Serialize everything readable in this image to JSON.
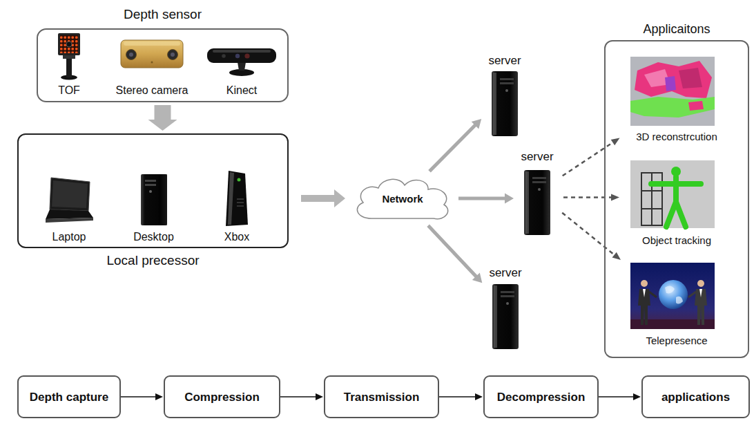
{
  "diagram": {
    "nodes": [
      {
        "text": [
          "Depth sensor"
        ]
      },
      {
        "text": [
          "TOF"
        ],
        "in": 0
      },
      {
        "text": [
          "Stereo camera"
        ],
        "in": 0
      },
      {
        "text": [
          "Kinect"
        ],
        "in": 0
      },
      {
        "text": [
          "Local precessor"
        ]
      },
      {
        "text": [
          "Laptop"
        ],
        "in": 4
      },
      {
        "text": [
          "Desktop"
        ],
        "in": 4
      },
      {
        "text": [
          "Xbox"
        ],
        "in": 4
      },
      {
        "text": [
          "Network"
        ]
      },
      {
        "text": [
          "server"
        ]
      },
      {
        "text": [
          "server"
        ]
      },
      {
        "text": [
          "server"
        ]
      },
      {
        "text": [
          "Applicaitons"
        ]
      },
      {
        "text": [
          "3D reconstrcution"
        ],
        "in": 12
      },
      {
        "text": [
          "Object tracking"
        ],
        "in": 12
      },
      {
        "text": [
          "Telepresence"
        ],
        "in": 12
      },
      {
        "text": [
          "Depth capture"
        ]
      },
      {
        "text": [
          "Compression"
        ]
      },
      {
        "text": [
          "Transmission"
        ]
      },
      {
        "text": [
          "Decompression"
        ]
      },
      {
        "text": [
          "applications"
        ]
      }
    ],
    "edges": [
      {
        "from": 0,
        "to": 4,
        "arrow": "to"
      },
      {
        "from": 4,
        "to": 8,
        "arrow": "to"
      },
      {
        "from": 8,
        "to": 9,
        "arrow": "to"
      },
      {
        "from": 8,
        "to": 10,
        "arrow": "to"
      },
      {
        "from": 8,
        "to": 11,
        "arrow": "to"
      },
      {
        "from": 10,
        "to": 13,
        "arrow": "to"
      },
      {
        "from": 10,
        "to": 14,
        "arrow": "to"
      },
      {
        "from": 10,
        "to": 15,
        "arrow": "to"
      },
      {
        "from": 16,
        "to": 17,
        "arrow": "to"
      },
      {
        "from": 17,
        "to": 18,
        "arrow": "to"
      },
      {
        "from": 18,
        "to": 19,
        "arrow": "to"
      },
      {
        "from": 19,
        "to": 20,
        "arrow": "to"
      }
    ]
  }
}
